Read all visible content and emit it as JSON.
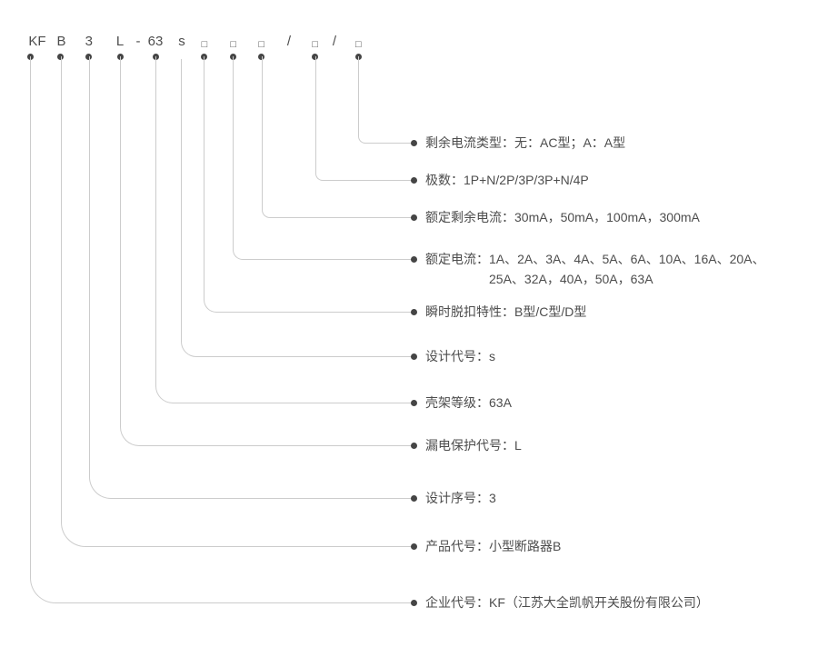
{
  "model_code": {
    "parts": [
      "KF",
      "B",
      "3",
      "L",
      "-",
      "63",
      "s",
      "□",
      "□",
      "□",
      "/",
      "□",
      "/",
      "□"
    ]
  },
  "rows": [
    {
      "label": "剩余电流类型：无：AC型；A：A型"
    },
    {
      "label": "极数：1P+N/2P/3P/3P+N/4P"
    },
    {
      "label": "额定剩余电流：30mA，50mA，100mA，300mA"
    },
    {
      "label": "额定电流：1A、2A、3A、4A、5A、6A、10A、16A、20A、",
      "label_line2": "25A、32A，40A，50A，63A"
    },
    {
      "label": "瞬时脱扣特性：B型/C型/D型"
    },
    {
      "label": "设计代号：s"
    },
    {
      "label": "壳架等级：63A"
    },
    {
      "label": "漏电保护代号：L"
    },
    {
      "label": "设计序号：3"
    },
    {
      "label": "产品代号：小型断路器B"
    },
    {
      "label": "企业代号：KF（江苏大全凯帆开关股份有限公司）"
    }
  ],
  "colors": {
    "line": "#cccccc",
    "dot": "#454545",
    "text": "#4d4d4d"
  }
}
